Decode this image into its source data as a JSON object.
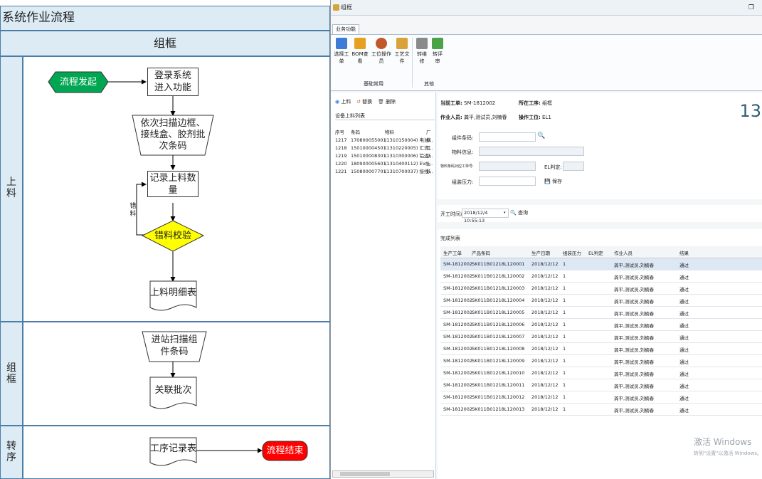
{
  "flowchart": {
    "title": "系统作业流程",
    "lane_header": "组框",
    "lanes": [
      {
        "label": "上\n料"
      },
      {
        "label": "组\n框"
      },
      {
        "label": "转\n序"
      }
    ],
    "nodes": {
      "start": "流程发起",
      "login": "登录系统\n进入功能",
      "scan": "依次扫描边框、\n接线盒、胶剂批\n次条码",
      "record": "记录上料数量",
      "check": "错料校验",
      "detail": "上料明细表",
      "scan2": "进站扫描组\n件条码",
      "link": "关联批次",
      "process": "工序记录表",
      "end": "流程结束"
    },
    "edge_labels": {
      "wrong": "错\n料"
    },
    "colors": {
      "start": "#00a651",
      "check": "#ffff00",
      "end": "#ff0000"
    }
  },
  "app": {
    "window_title": "组框",
    "window_icon": "frame-app-icon",
    "ribbon_tab": "业务功能",
    "ribbon_buttons": [
      {
        "label": "选择工单",
        "icon": "select-order-icon",
        "color": "#3d7bd6"
      },
      {
        "label": "BOM查看",
        "icon": "bom-icon",
        "color": "#e8a020"
      },
      {
        "label": "工位操作员",
        "icon": "operator-icon",
        "color": "#c0582a"
      },
      {
        "label": "工艺文件",
        "icon": "document-icon",
        "color": "#d9a23a"
      },
      {
        "label": "转维修",
        "icon": "tools-icon",
        "color": "#8a8a8a"
      },
      {
        "label": "转评审",
        "icon": "review-icon",
        "color": "#4aa346"
      }
    ],
    "ribbon_groups": [
      "基础常用",
      "其他"
    ],
    "left_toolbar": [
      {
        "label": "上料",
        "icon": "load-icon"
      },
      {
        "label": "替换",
        "icon": "replace-icon"
      },
      {
        "label": "删除",
        "icon": "delete-icon"
      }
    ],
    "left_caption": "设备上料列表",
    "left_columns": [
      "序号",
      "条码",
      "物料",
      "厂"
    ],
    "left_rows": [
      [
        "1217",
        "170800055001",
        "(1310150004) 电池...",
        "横"
      ],
      [
        "1218",
        "150100004501",
        "(1310220005) 汇流...",
        "江"
      ],
      [
        "1219",
        "150100008301",
        "(1310300006) 铝边...",
        "浙"
      ],
      [
        "1220",
        "180900005601",
        "(1310400112) EVA...",
        "上"
      ],
      [
        "1221",
        "150800007701",
        "(1310700037) 接线...",
        "浙"
      ]
    ],
    "header_info": {
      "order_label": "当前工单:",
      "order_value": "SM-1812002",
      "process_label": "所在工序:",
      "process_value": "组框",
      "worker_label": "作业人员:",
      "worker_value": "龚平,测试员,刘楠春",
      "station_label": "操作工位:",
      "station_value": "EL1"
    },
    "big_counter": "13",
    "form": {
      "component_label": "组件条码:",
      "material_label": "物料信息:",
      "last_code_label": "物料条码对应工单号:",
      "el_label": "EL判定:",
      "pressure_label": "组装压力:",
      "save_label": "保存"
    },
    "date_filter": {
      "label": "开工时间从:",
      "value": "2018/12/4 10:55:13",
      "query_label": "查询"
    },
    "list_caption": "完成列表",
    "grid_columns": [
      "生产工单",
      "产品条码",
      "生产日期",
      "组装压力",
      "EL判定",
      "作业人员",
      "结果"
    ],
    "grid_rows": [
      [
        "SM-1812002",
        "SK011B01218L120001",
        "2018/12/12",
        "1",
        "",
        "龚平,测试员,刘楠春",
        "通过"
      ],
      [
        "SM-1812002",
        "SK011B01218L120002",
        "2018/12/12",
        "1",
        "",
        "龚平,测试员,刘楠春",
        "通过"
      ],
      [
        "SM-1812002",
        "SK011B01218L120003",
        "2018/12/12",
        "1",
        "",
        "龚平,测试员,刘楠春",
        "通过"
      ],
      [
        "SM-1812002",
        "SK011B01218L120004",
        "2018/12/12",
        "1",
        "",
        "龚平,测试员,刘楠春",
        "通过"
      ],
      [
        "SM-1812002",
        "SK011B01218L120005",
        "2018/12/12",
        "1",
        "",
        "龚平,测试员,刘楠春",
        "通过"
      ],
      [
        "SM-1812002",
        "SK011B01218L120006",
        "2018/12/12",
        "1",
        "",
        "龚平,测试员,刘楠春",
        "通过"
      ],
      [
        "SM-1812002",
        "SK011B01218L120007",
        "2018/12/12",
        "1",
        "",
        "龚平,测试员,刘楠春",
        "通过"
      ],
      [
        "SM-1812002",
        "SK011B01218L120008",
        "2018/12/12",
        "1",
        "",
        "龚平,测试员,刘楠春",
        "通过"
      ],
      [
        "SM-1812002",
        "SK011B01218L120009",
        "2018/12/12",
        "1",
        "",
        "龚平,测试员,刘楠春",
        "通过"
      ],
      [
        "SM-1812002",
        "SK011B01218L120010",
        "2018/12/12",
        "1",
        "",
        "龚平,测试员,刘楠春",
        "通过"
      ],
      [
        "SM-1812002",
        "SK011B01218L120011",
        "2018/12/12",
        "1",
        "",
        "龚平,测试员,刘楠春",
        "通过"
      ],
      [
        "SM-1812002",
        "SK011B01218L120012",
        "2018/12/12",
        "1",
        "",
        "龚平,测试员,刘楠春",
        "通过"
      ],
      [
        "SM-1812002",
        "SK011B01218L120013",
        "2018/12/12",
        "1",
        "",
        "龚平,测试员,刘楠春",
        "通过"
      ]
    ],
    "watermark": {
      "line1": "激活 Windows",
      "line2": "转到\"设置\"以激活 Windows。"
    }
  }
}
